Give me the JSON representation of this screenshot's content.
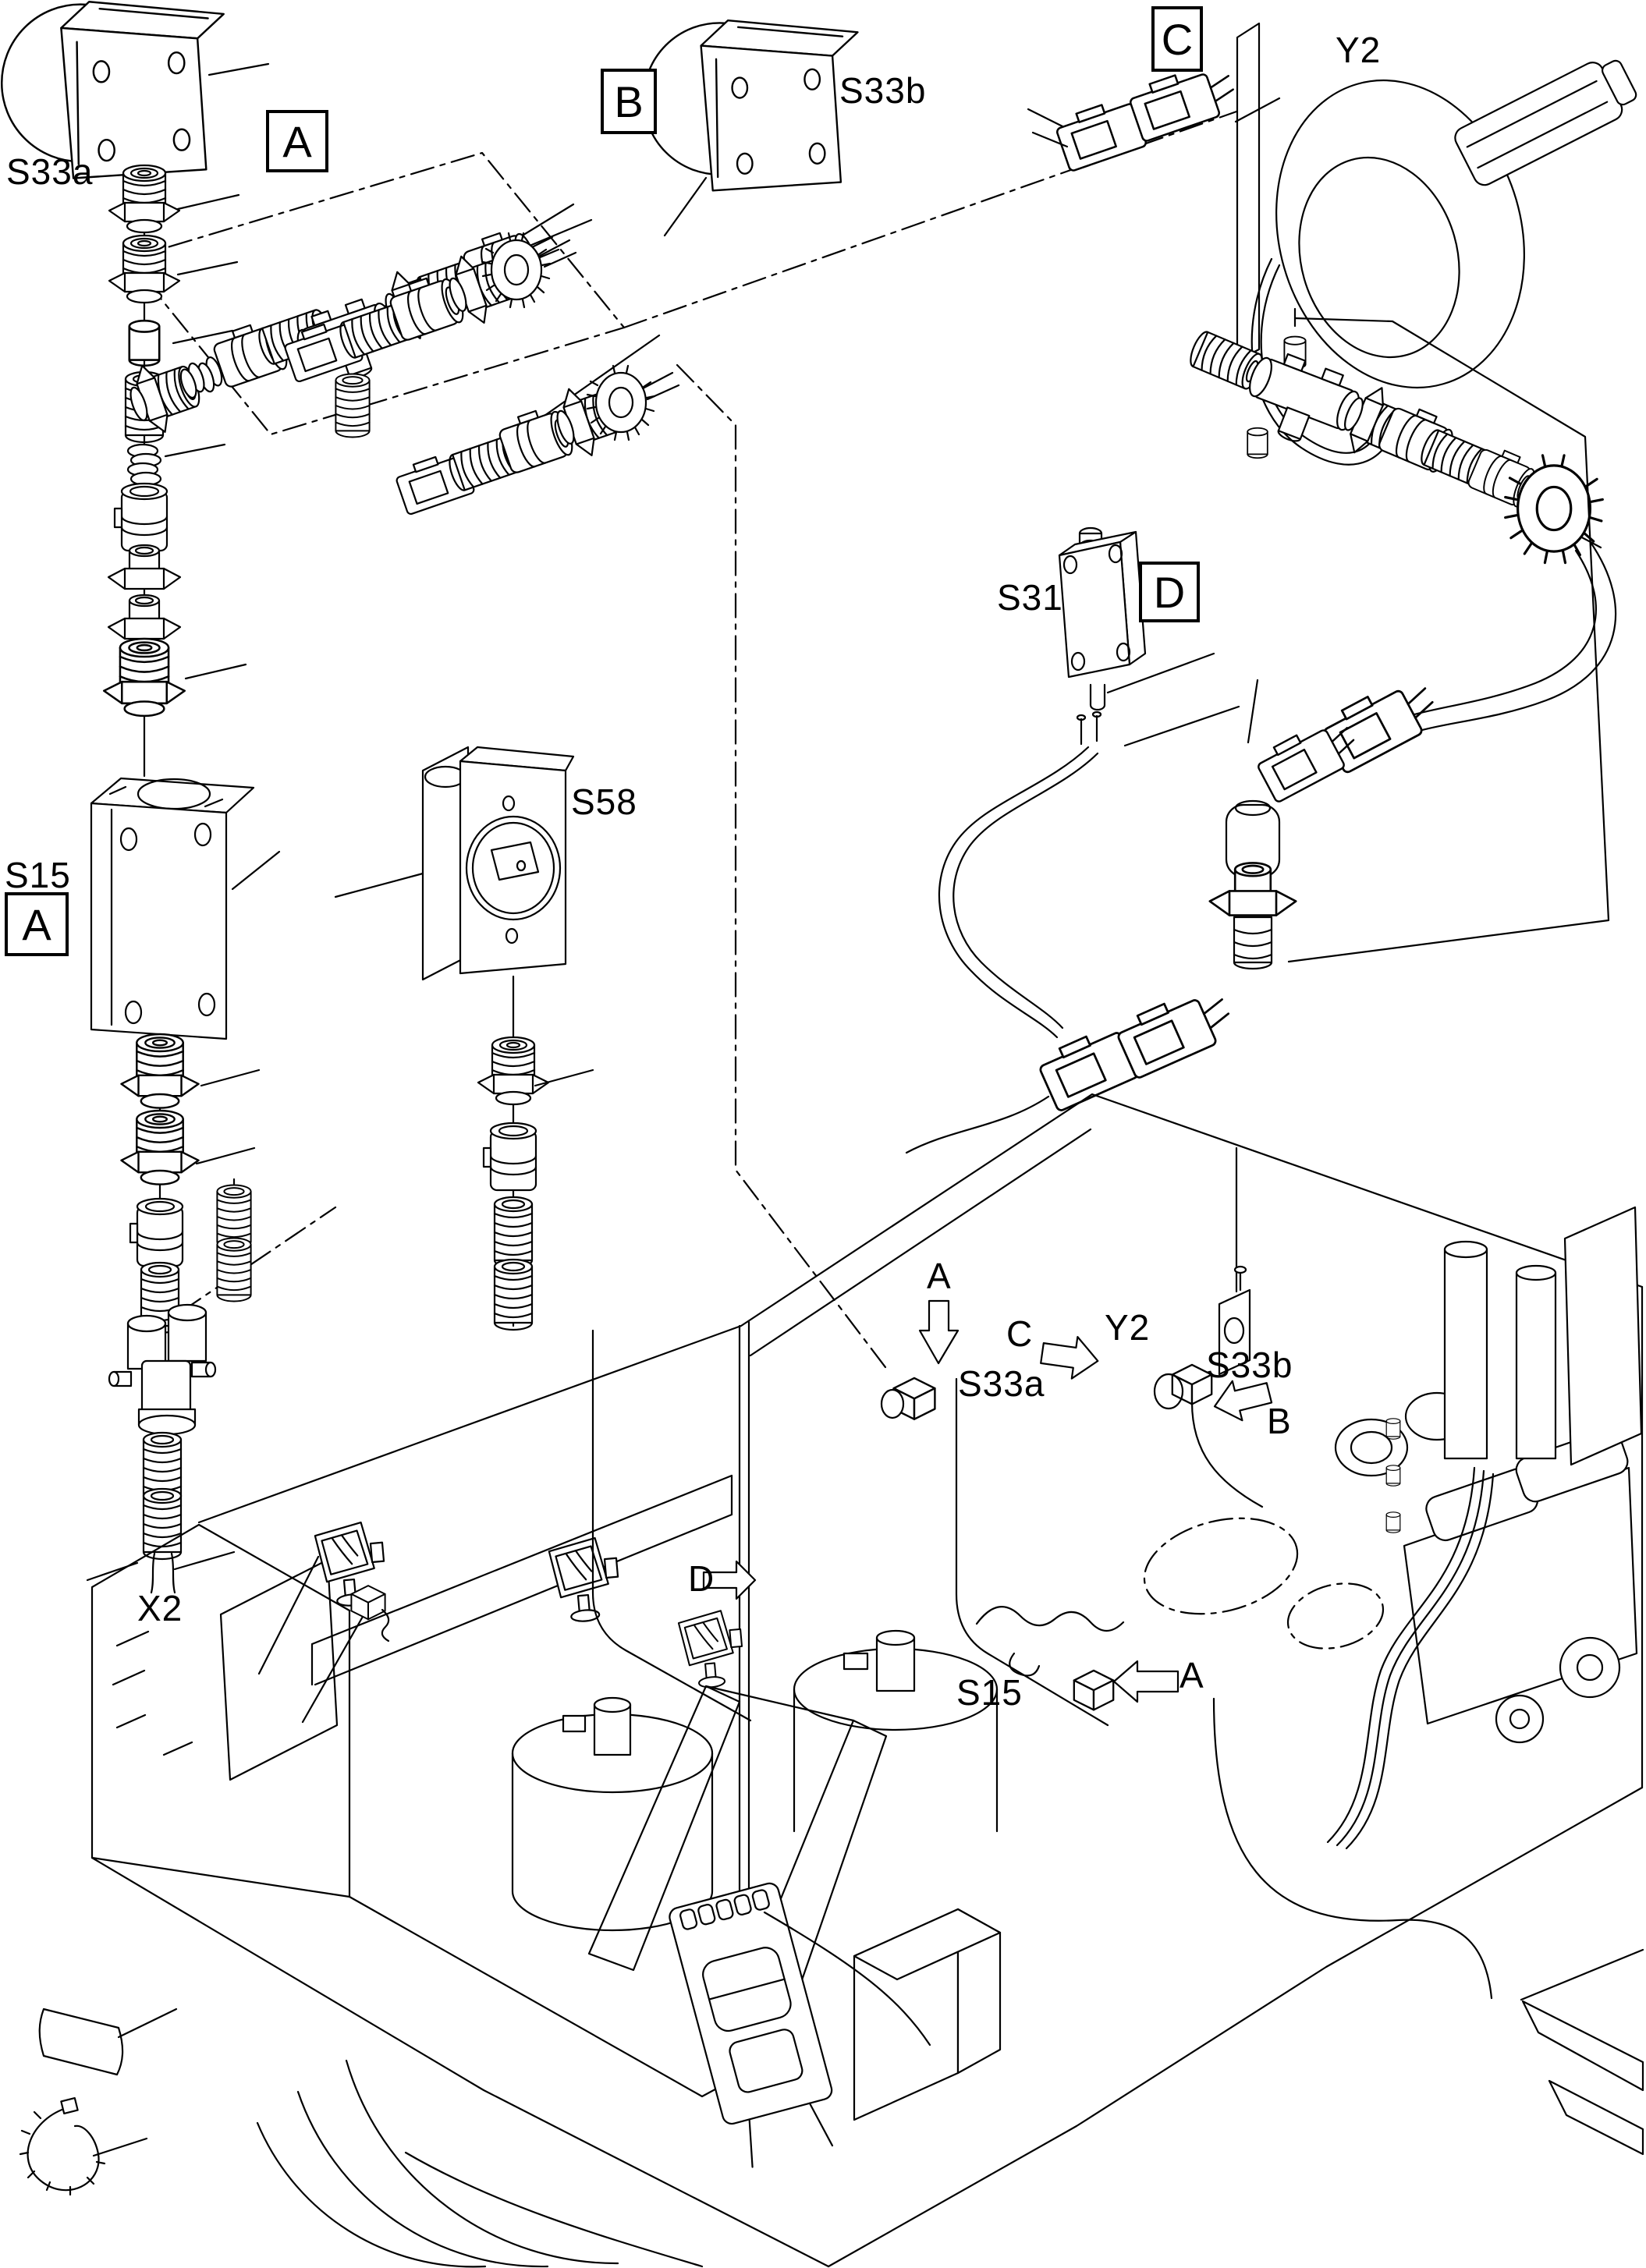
{
  "document": {
    "type": "service-manual-exploded-parts-diagram",
    "background_color": "#ffffff",
    "line_color": "#000000"
  },
  "labels": {
    "s33a": "S33a",
    "box_a": "A",
    "box_b": "B",
    "s33b": "S33b",
    "box_c": "C",
    "y2": "Y2",
    "s15": "S15",
    "box_a2": "A",
    "s58": "S58",
    "s31": "S31",
    "box_d": "D",
    "x2": "X2"
  },
  "machine_labels": {
    "a": "A",
    "s33a": "S33a",
    "c": "C",
    "y2": "Y2",
    "s33b": "S33b",
    "b": "B",
    "d": "D",
    "s15": "S15",
    "a2": "A"
  },
  "components": [
    "pressure-switch-S33a",
    "pressure-switch-S33b",
    "switch-S15",
    "switch-S31",
    "main-switch-S58",
    "solenoid-valve-Y2",
    "y-splitter-connector-X2",
    "cable-gland-fittings",
    "corrugated-sleeves",
    "t-connector-assembly",
    "pressure-sensor",
    "plug-connectors",
    "cable-tie",
    "label-sheet",
    "machine-isometric-view"
  ]
}
